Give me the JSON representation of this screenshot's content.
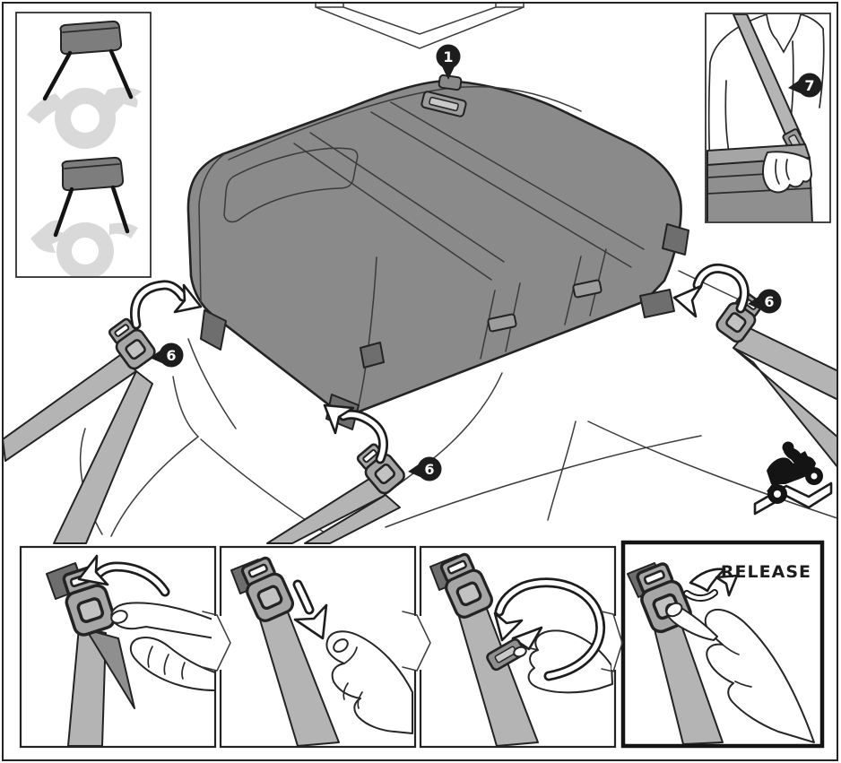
{
  "steps": {
    "bag_callout": "1",
    "buckle_callout": "6",
    "carry_callout": "7"
  },
  "labels": {
    "release": "RELEASE"
  },
  "colors": {
    "outline": "#232323",
    "bag": "#8a8a8a",
    "bag_dark": "#6e6e6e",
    "strap": "#b4b4b4",
    "buckle": "#a6a6a6",
    "ghost": "#d9d9d9",
    "callout": "#1d1d1d",
    "background": "#ffffff"
  },
  "icons": {
    "direction_chevron": "wide down-chevron outline",
    "hook_arrow": "curved hook arrow",
    "pull_arrow": "thick down arrow",
    "rotate_arrow": "circular winding arrow",
    "release_arrow": "flip-open arrow",
    "rider_logo": "motorcycle rider silhouette on ramp"
  }
}
